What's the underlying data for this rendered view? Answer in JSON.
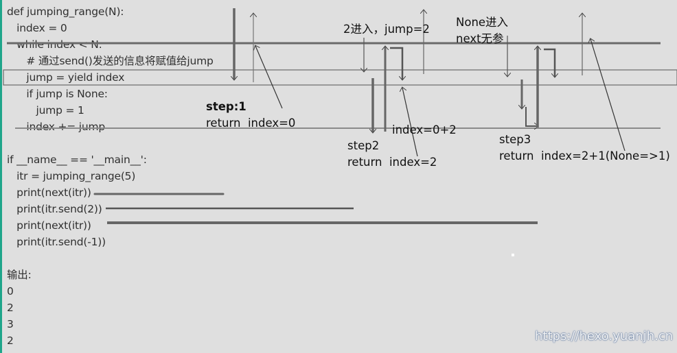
{
  "code": [
    "def jumping_range(N):",
    "   index = 0",
    "   while index < N:",
    "      # 通过send()发送的信息将赋值给jump",
    "      jump = yield index",
    "      if jump is None:",
    "         jump = 1",
    "      index += jump",
    "",
    "if __name__ == '__main__':",
    "   itr = jumping_range(5)",
    "   print(next(itr))",
    "   print(itr.send(2))",
    "   print(next(itr))",
    "   print(itr.send(-1))",
    "",
    "输出:",
    "0",
    "2",
    "3",
    "2"
  ],
  "annotations": {
    "step1_title": "step:1",
    "step1_return": "return  index=0",
    "step2_label": "2进入，jump=2",
    "step2_index": "index=0+2",
    "step2_title": "step2",
    "step2_return": "return  index=2",
    "step3_none": "None进入",
    "step3_next": "next无参",
    "step3_title": "step3",
    "step3_return": "return  index=2+1(None=>1)"
  },
  "watermark": "https://hexo.yuanjh.cn",
  "colors": {
    "background": "#dfdfdf",
    "accent_bar": "#1fa58a",
    "ink": "#555555"
  }
}
